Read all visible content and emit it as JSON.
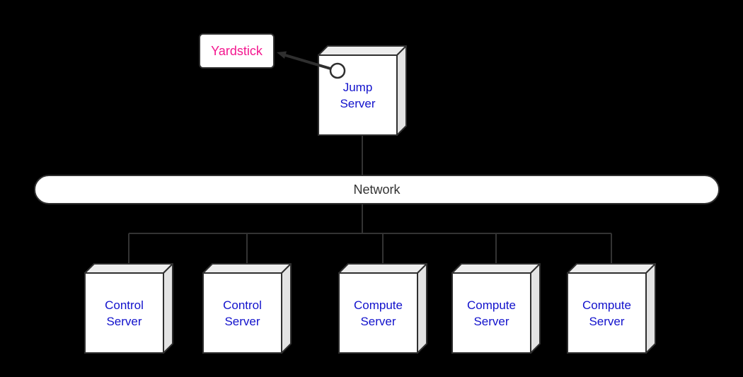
{
  "diagram": {
    "type": "network-architecture",
    "colors": {
      "background": "#000000",
      "connector_line": "#333333",
      "node_border": "#2f2f2f",
      "node_front": "#ffffff",
      "node_top": "#ededed",
      "node_side": "#e3e3e3",
      "server_label_blue": "#1212cc",
      "yardstick_pink": "#f4178f",
      "network_text": "#333333"
    },
    "yardstick": {
      "label": "Yardstick"
    },
    "jump_server": {
      "label": "Jump Server",
      "port": "circle-interface"
    },
    "network": {
      "label": "Network"
    },
    "servers": [
      {
        "label": "Control Server"
      },
      {
        "label": "Control Server"
      },
      {
        "label": "Compute Server"
      },
      {
        "label": "Compute Server"
      },
      {
        "label": "Compute Server"
      }
    ],
    "connections": [
      {
        "from": "jump-server-port",
        "to": "yardstick",
        "style": "thick-arrow"
      },
      {
        "from": "jump-server",
        "to": "network",
        "style": "line"
      },
      {
        "from": "network",
        "to": "control-server-1",
        "style": "line"
      },
      {
        "from": "network",
        "to": "control-server-2",
        "style": "line"
      },
      {
        "from": "network",
        "to": "compute-server-1",
        "style": "line"
      },
      {
        "from": "network",
        "to": "compute-server-2",
        "style": "line"
      },
      {
        "from": "network",
        "to": "compute-server-3",
        "style": "line"
      }
    ]
  }
}
